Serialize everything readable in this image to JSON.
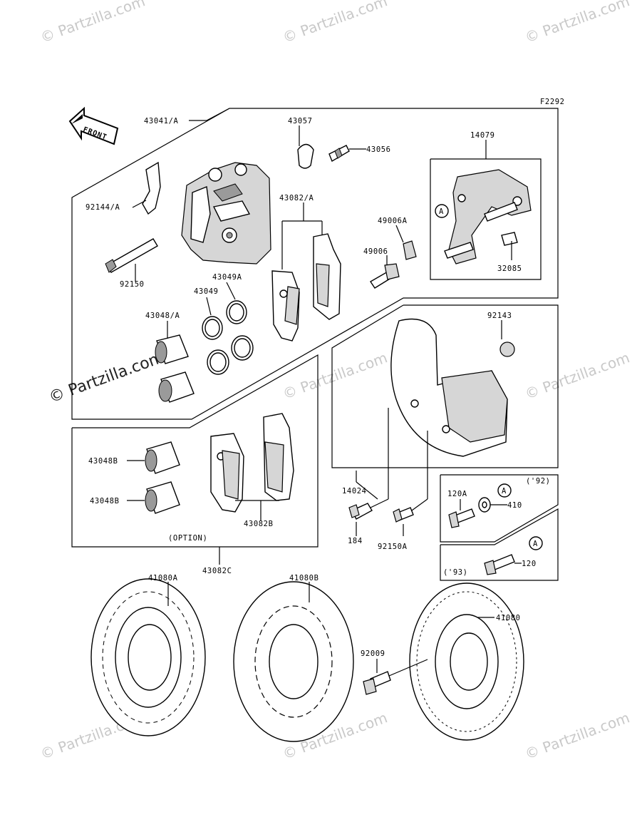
{
  "figure_code": "F2292",
  "front_label": "FRONT",
  "watermark": "© Partzilla.com",
  "circle_ref": "A",
  "parts": {
    "p43041A": "43041/A",
    "p43057": "43057",
    "p43056": "43056",
    "p14079": "14079",
    "p92144A": "92144/A",
    "p43082A": "43082/A",
    "p49006A": "49006A",
    "p49006": "49006",
    "p32085": "32085",
    "p92150": "92150",
    "p43049A": "43049A",
    "p43049": "43049",
    "p43048A": "43048/A",
    "p92143": "92143",
    "p43048B_1": "43048B",
    "p43048B_2": "43048B",
    "p43082B": "43082B",
    "p14024": "14024",
    "p120A": "120A",
    "p410": "410",
    "p184": "184",
    "p92150A": "92150A",
    "p120": "120",
    "p43082C": "43082C",
    "p41080A": "41080A",
    "p41080B": "41080B",
    "p41080": "41080",
    "p92009": "92009"
  },
  "notes": {
    "option": "(OPTION)",
    "year92": "('92)",
    "year93": "('93)"
  }
}
